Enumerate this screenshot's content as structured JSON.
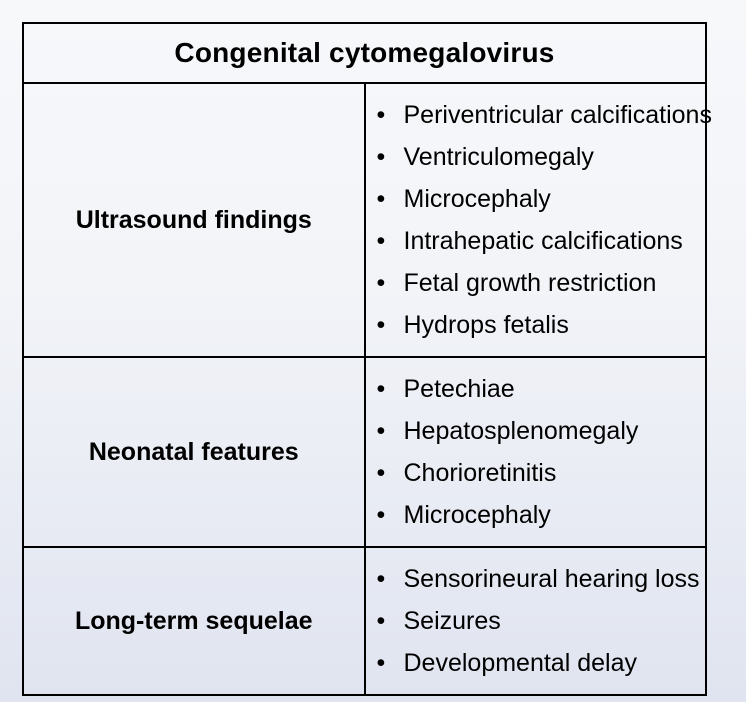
{
  "table": {
    "title": "Congenital cytomegalovirus",
    "bullet_glyph": "•",
    "rows": [
      {
        "label": "Ultrasound findings",
        "items": [
          "Periventricular calcifications",
          "Ventriculomegaly",
          "Microcephaly",
          "Intrahepatic calcifications",
          "Fetal growth restriction",
          "Hydrops fetalis"
        ]
      },
      {
        "label": "Neonatal features",
        "items": [
          "Petechiae",
          "Hepatosplenomegaly",
          "Chorioretinitis",
          "Microcephaly"
        ]
      },
      {
        "label": "Long-term sequelae",
        "items": [
          "Sensorineural hearing loss",
          "Seizures",
          "Developmental delay"
        ]
      }
    ]
  },
  "colors": {
    "border": "#000000",
    "text": "#000000",
    "background_top": "#f7f8fa",
    "background_bottom": "#e0e4f0"
  }
}
